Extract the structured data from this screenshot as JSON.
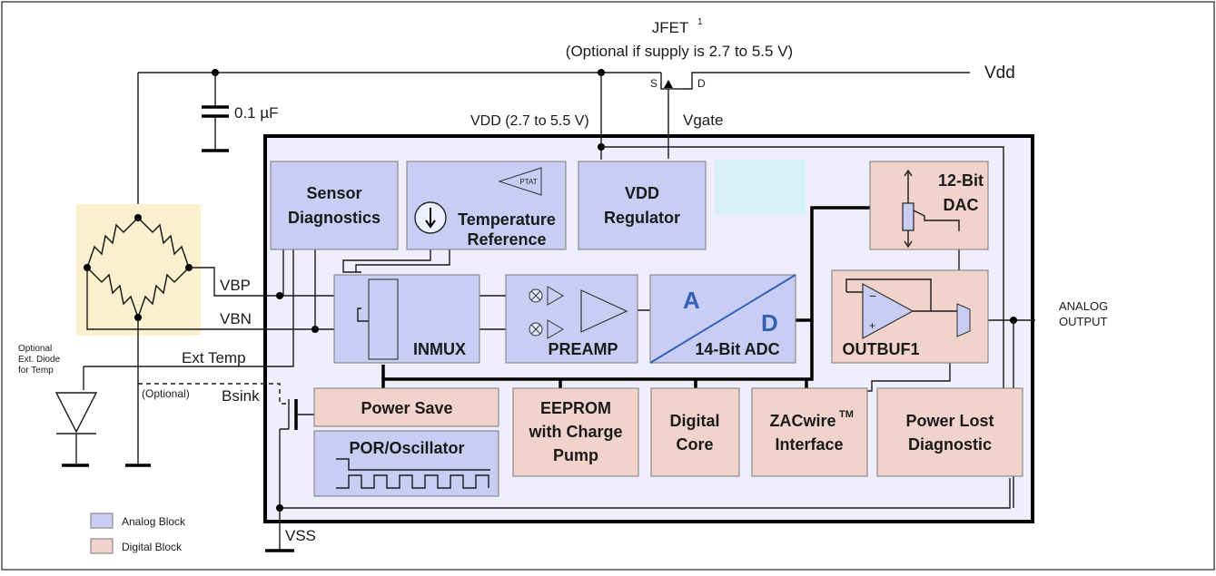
{
  "top": {
    "jfet_label": "JFET",
    "jfet_sup": "1",
    "jfet_note": "(Optional if supply is 2.7 to 5.5 V)",
    "jfet_s": "S",
    "jfet_d": "D",
    "vdd": "Vdd",
    "cap": "0.1 µF",
    "vdd_range": "VDD (2.7 to 5.5 V)",
    "vgate": "Vgate"
  },
  "left": {
    "vbp": "VBP",
    "vbn": "VBN",
    "ext_temp": "Ext Temp",
    "bsink": "Bsink",
    "optional": "(Optional)",
    "diode_lines": [
      "Optional",
      "Ext. Diode",
      "for Temp"
    ],
    "vss": "VSS"
  },
  "blocks": {
    "sensor_diag": [
      "Sensor",
      "Diagnostics"
    ],
    "temp_ref": [
      "Temperature",
      "Reference"
    ],
    "ptat": "PTAT",
    "vdd_reg": [
      "VDD",
      "Regulator"
    ],
    "dac": [
      "12-Bit",
      "DAC"
    ],
    "inmux": "INMUX",
    "preamp": "PREAMP",
    "adc": "14-Bit ADC",
    "adc_a": "A",
    "adc_d": "D",
    "outbuf": "OUTBUF1",
    "power_save": "Power Save",
    "por": "POR/Oscillator",
    "eeprom": [
      "EEPROM",
      "with Charge",
      "Pump"
    ],
    "digital_core": [
      "Digital",
      "Core"
    ],
    "zacwire": [
      "ZACwire",
      "Interface"
    ],
    "zacwire_tm": "TM",
    "power_lost": [
      "Power Lost",
      "Diagnostic"
    ]
  },
  "output": [
    "ANALOG",
    "OUTPUT"
  ],
  "legend": {
    "analog": "Analog Block",
    "digital": "Digital Block"
  },
  "colors": {
    "analog": "#c9cdf4",
    "digital": "#f2d3cc",
    "chip_bg": "#eeeefc",
    "bridge_bg": "#fbf1cf",
    "accent_blue": "#2f62b7"
  }
}
